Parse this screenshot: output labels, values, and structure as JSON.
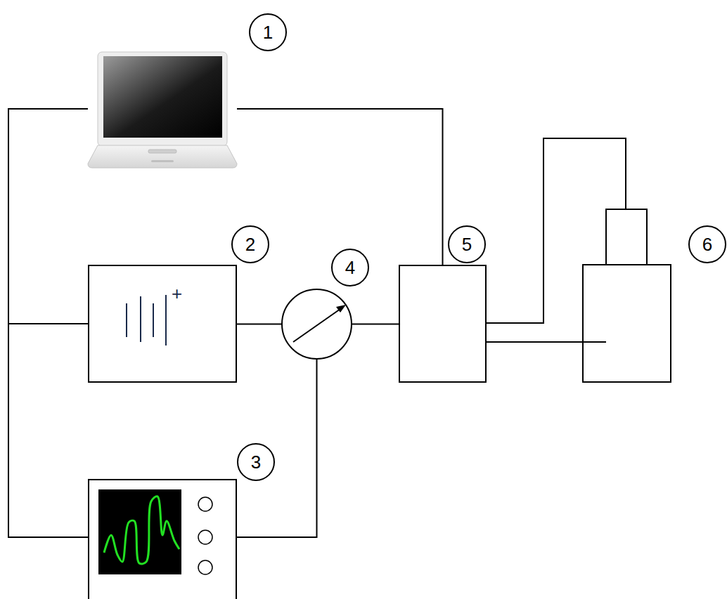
{
  "diagram": {
    "nodes": [
      {
        "text": [
          "1"
        ]
      },
      {
        "text": [
          "2"
        ]
      },
      {
        "text": [
          "3"
        ]
      },
      {
        "text": [
          "4"
        ]
      },
      {
        "text": [
          "5"
        ]
      },
      {
        "text": [
          "6"
        ]
      }
    ],
    "edges": [
      {
        "from": 0,
        "to": 1,
        "arrow": "none"
      },
      {
        "from": 0,
        "to": 2,
        "arrow": "none"
      },
      {
        "from": 0,
        "to": 4,
        "arrow": "none"
      },
      {
        "from": 1,
        "to": 3,
        "arrow": "none"
      },
      {
        "from": 2,
        "to": 3,
        "arrow": "none"
      },
      {
        "from": 3,
        "to": 4,
        "arrow": "none"
      },
      {
        "from": 4,
        "to": 5,
        "arrow": "none"
      },
      {
        "from": 4,
        "to": 5,
        "arrow": "none"
      }
    ],
    "labels": [
      "+"
    ]
  }
}
